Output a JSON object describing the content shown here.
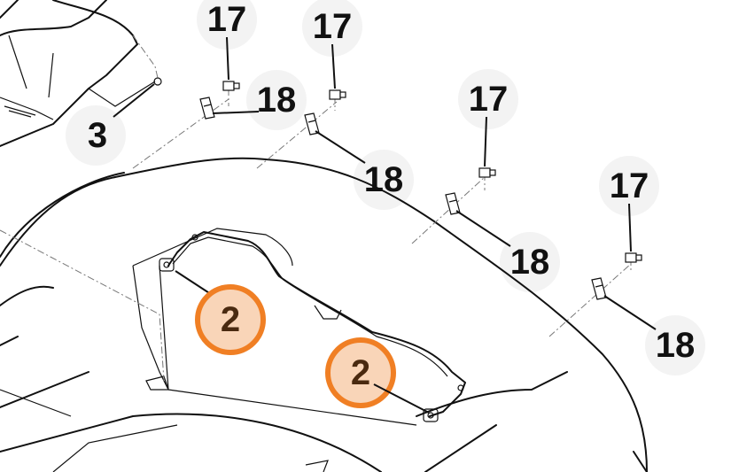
{
  "diagram": {
    "callouts": [
      {
        "id": "c17a",
        "label": "17"
      },
      {
        "id": "c17b",
        "label": "17"
      },
      {
        "id": "c17c",
        "label": "17"
      },
      {
        "id": "c17d",
        "label": "17"
      },
      {
        "id": "c18a",
        "label": "18"
      },
      {
        "id": "c18b",
        "label": "18"
      },
      {
        "id": "c18c",
        "label": "18"
      },
      {
        "id": "c18d",
        "label": "18"
      },
      {
        "id": "c3",
        "label": "3"
      },
      {
        "id": "c2a",
        "label": "2"
      },
      {
        "id": "c2b",
        "label": "2"
      }
    ],
    "colors": {
      "highlight_fill": "#f9d5b8",
      "highlight_stroke": "#f07f24",
      "label_text": "#111111",
      "highlight_text": "#4a2a10"
    }
  }
}
